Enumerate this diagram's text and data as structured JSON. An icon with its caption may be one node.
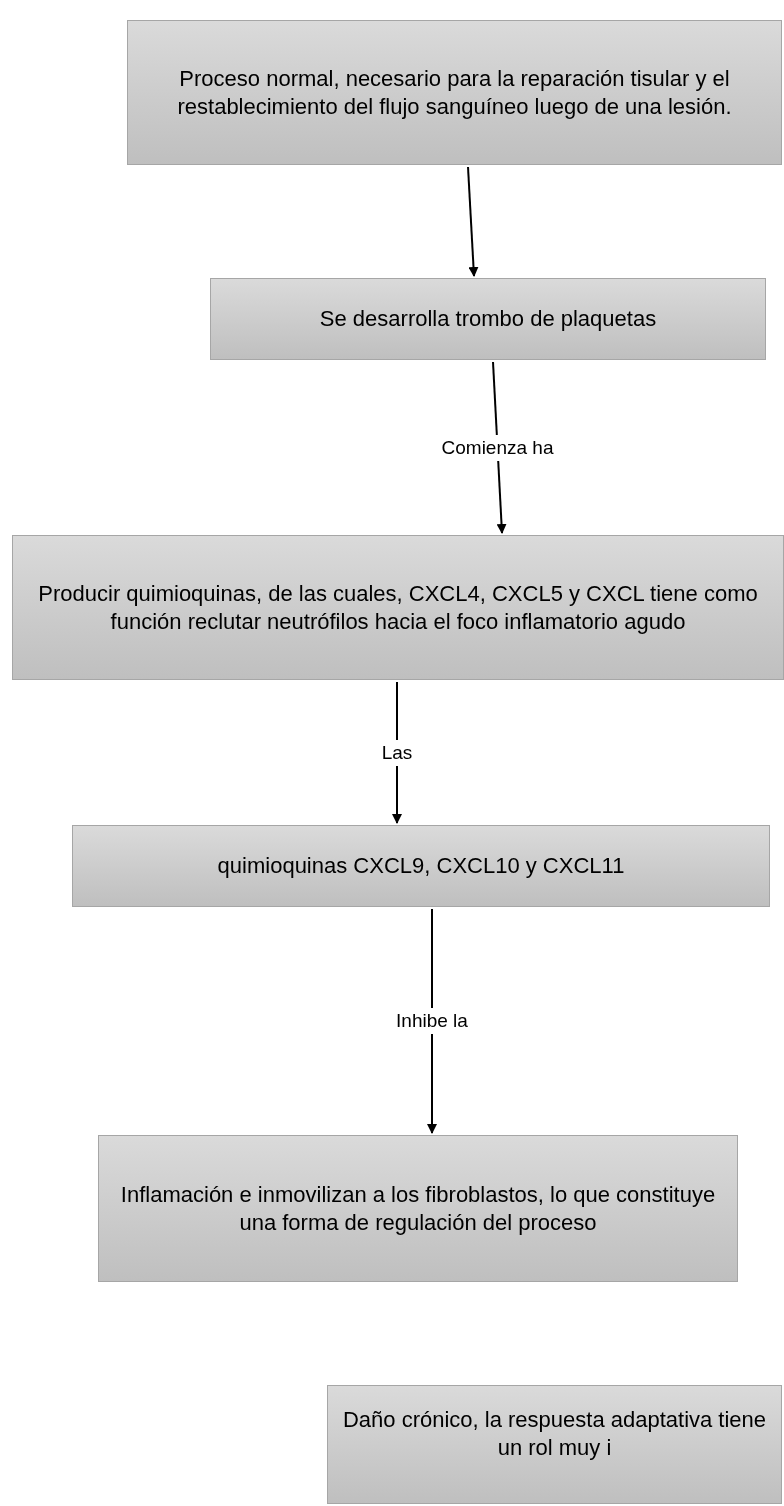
{
  "diagram": {
    "nodes": [
      {
        "text": [
          "Proceso normal, necesario para la reparación tisular y el restablecimiento del flujo sanguíneo luego de una lesión."
        ]
      },
      {
        "text": [
          "Se desarrolla trombo de  plaquetas"
        ]
      },
      {
        "text": [
          "Producir quimioquinas, de las cuales, CXCL4, CXCL5 y CXCL tiene como función reclutar neutrófilos hacia el foco inflamatorio agudo"
        ]
      },
      {
        "text": [
          "quimioquinas CXCL9, CXCL10 y CXCL11"
        ]
      },
      {
        "text": [
          "Inflamación e inmovilizan a los fibroblastos, lo que constituye una forma de regulación del proceso"
        ]
      },
      {
        "text": [
          "Daño crónico, la respuesta adaptativa tiene un rol muy i"
        ]
      }
    ],
    "edges": [
      {
        "from": 0,
        "to": 1,
        "arrow": "to"
      },
      {
        "from": 1,
        "to": 2,
        "arrow": "to",
        "label": "Comienza ha"
      },
      {
        "from": 2,
        "to": 3,
        "arrow": "to",
        "label": "Las"
      },
      {
        "from": 3,
        "to": 4,
        "arrow": "to",
        "label": "Inhibe la"
      }
    ]
  }
}
